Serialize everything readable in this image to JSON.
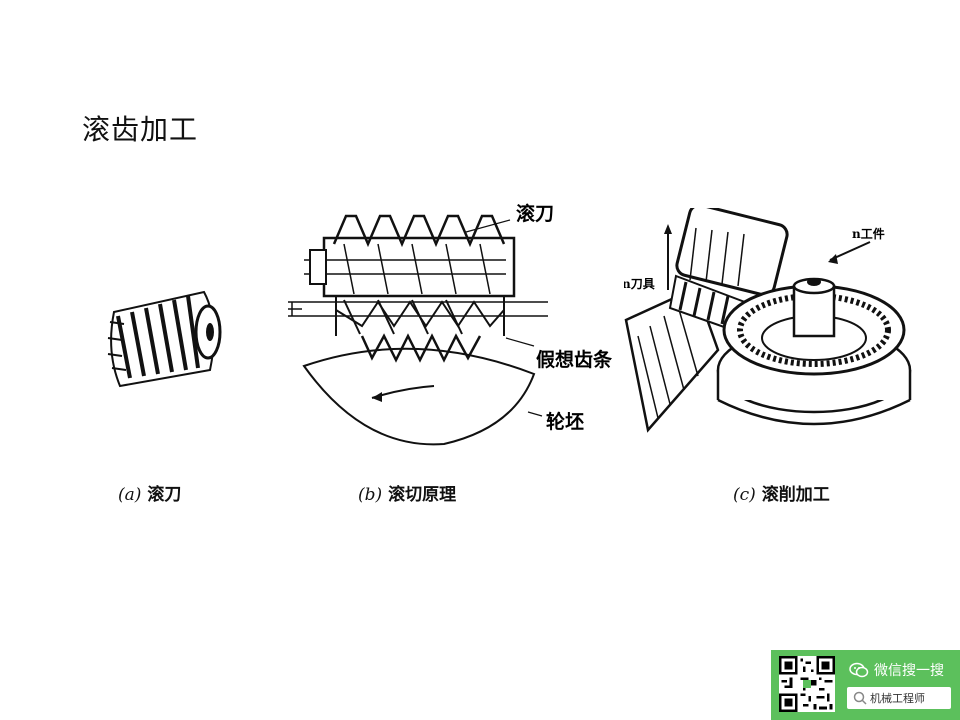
{
  "slide": {
    "title": "滚齿加工"
  },
  "figures": {
    "a": {
      "caption_letter": "(a)",
      "caption_text": "滚刀"
    },
    "b": {
      "caption_letter": "(b)",
      "caption_text": "滚切原理",
      "labels": {
        "hob": "滚刀",
        "rack": "假想齿条",
        "blank": "轮坯"
      }
    },
    "c": {
      "caption_letter": "(c)",
      "caption_text": "滚削加工",
      "labels": {
        "n_tool": "n刀具",
        "n_work": "n工件"
      }
    }
  },
  "badge": {
    "wechat_text": "微信搜一搜",
    "search_text": "机械工程师",
    "icons": [
      "qr-code-icon",
      "wechat-icon",
      "search-icon"
    ],
    "colors": {
      "background": "#5cc05c",
      "text": "#ffffff"
    }
  }
}
